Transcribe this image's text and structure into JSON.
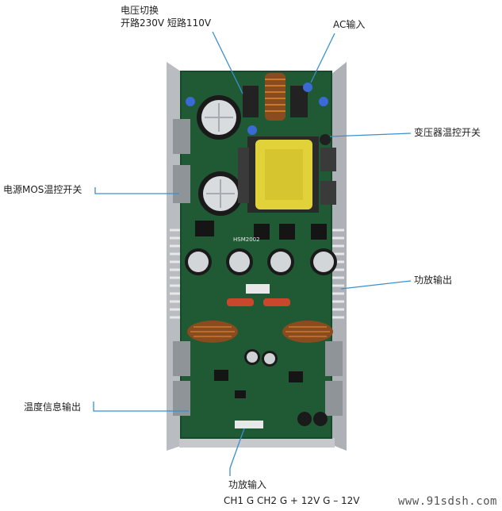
{
  "labels": {
    "voltage_switch_line1": "电压切换",
    "voltage_switch_line2": "开路230V   短路110V",
    "ac_input": "AC输入",
    "transformer_thermal_switch": "变压器温控开关",
    "power_mos_thermal_switch": "电源MOS温控开关",
    "amp_output": "功放输出",
    "temp_signal_output": "温度信息输出",
    "amp_input_line1": "功放输入",
    "amp_input_line2": "CH1 G CH2 G + 12V G – 12V"
  },
  "board_silkscreen": "HSM2002",
  "watermark": "www.91sdsh.com",
  "colors": {
    "pcb": "#1f5a34",
    "heatsink": "#b9bcc0",
    "leader_line": "#3a8fd0",
    "transformer": "#e2d23a"
  }
}
